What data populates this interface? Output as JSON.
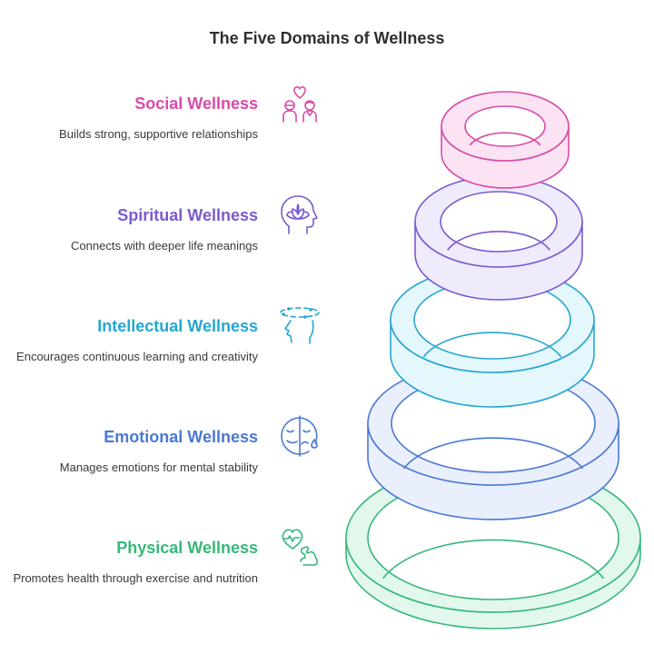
{
  "title": "The Five Domains of Wellness",
  "domains": [
    {
      "name": "Social Wellness",
      "description": "Builds strong, supportive relationships",
      "icon": "people-heart-icon",
      "color": "#d94aa8",
      "fill": "#fbe3f3"
    },
    {
      "name": "Spiritual Wellness",
      "description": "Connects with deeper life meanings",
      "icon": "head-lotus-icon",
      "color": "#7a5ad0",
      "fill": "#efeafc"
    },
    {
      "name": "Intellectual Wellness",
      "description": "Encourages continuous learning and creativity",
      "icon": "head-orbit-icon",
      "color": "#25a7cf",
      "fill": "#e4f7fc"
    },
    {
      "name": "Emotional Wellness",
      "description": "Manages emotions for mental stability",
      "icon": "happy-sad-face-icon",
      "color": "#4a78d4",
      "fill": "#e9effc"
    },
    {
      "name": "Physical Wellness",
      "description": "Promotes health through exercise and nutrition",
      "icon": "heart-muscle-icon",
      "color": "#35b87a",
      "fill": "#e2f8ec"
    }
  ]
}
